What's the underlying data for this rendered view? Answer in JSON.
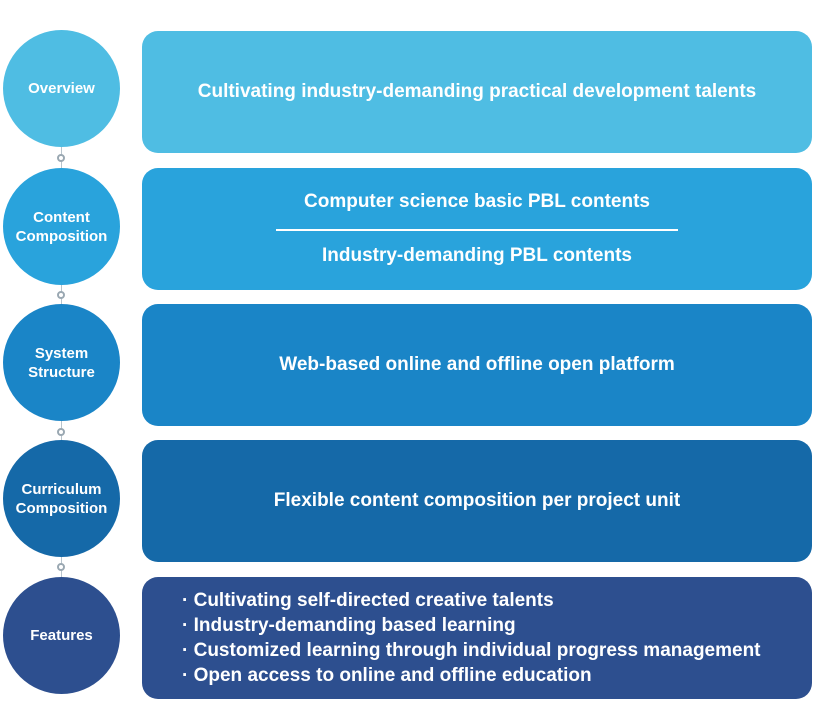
{
  "colors": {
    "overview": "#4fbde3",
    "content": "#29a3dc",
    "system": "#1a85c7",
    "curriculum": "#1569a8",
    "features": "#2d4f8f"
  },
  "rows": {
    "overview": {
      "label": "Overview",
      "text": "Cultivating industry-demanding practical development talents"
    },
    "content": {
      "label": "Content\nComposition",
      "text1": "Computer science basic PBL contents",
      "text2": "Industry-demanding PBL contents"
    },
    "system": {
      "label": "System\nStructure",
      "text": "Web-based online and offline open platform"
    },
    "curriculum": {
      "label": "Curriculum\nComposition",
      "text": "Flexible content composition per project unit"
    },
    "features": {
      "label": "Features",
      "items": [
        "· Cultivating self-directed creative talents",
        "· Industry-demanding based learning",
        "· Customized learning through individual progress management",
        "· Open access to online and offline education"
      ]
    }
  }
}
